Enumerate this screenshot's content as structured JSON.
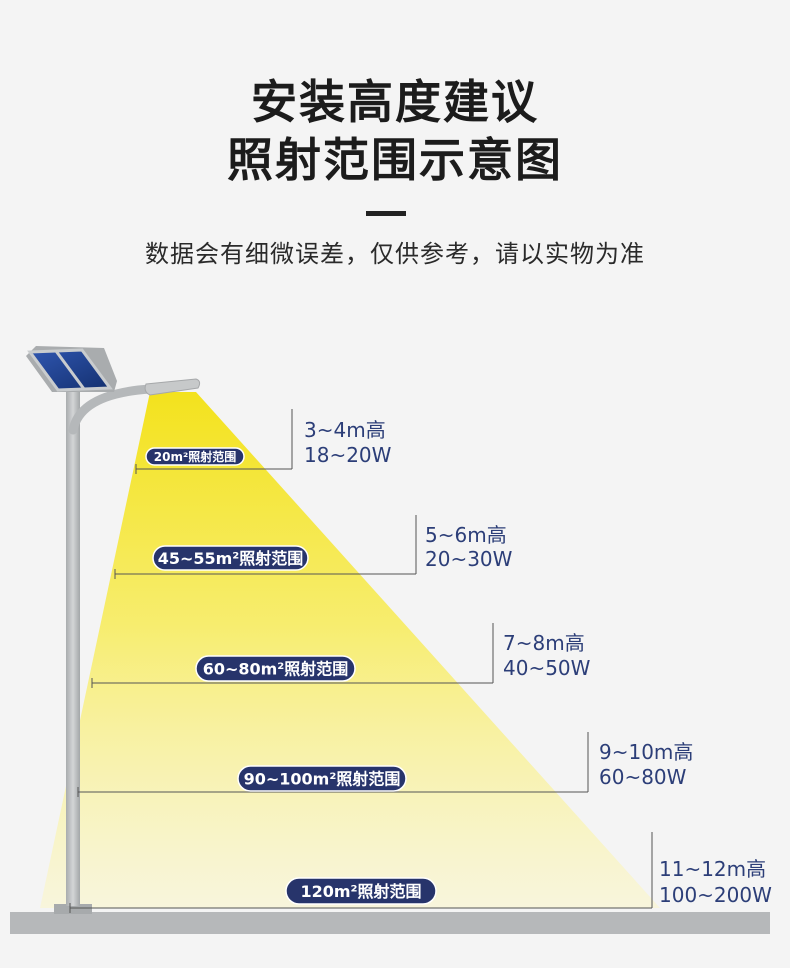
{
  "header": {
    "title_line1": "安装高度建议",
    "title_line2": "照射范围示意图",
    "subtitle": "数据会有细微误差，仅供参考，请以实物为准"
  },
  "colors": {
    "label_blue": "#2c3e78",
    "badge_navy": "#27346b",
    "light_yellow": "#f5e63a",
    "pole_gray": "#b9bcbe",
    "panel_blue": "#1f3f8c"
  },
  "levels": [
    {
      "height": "3~4m高",
      "power": "18~20W",
      "area": "20m²照射范围"
    },
    {
      "height": "5~6m高",
      "power": "20~30W",
      "area": "45~55m²照射范围"
    },
    {
      "height": "7~8m高",
      "power": "40~50W",
      "area": "60~80m²照射范围"
    },
    {
      "height": "9~10m高",
      "power": "60~80W",
      "area": "90~100m²照射范围"
    },
    {
      "height": "11~12m高",
      "power": "100~200W",
      "area": "120m²照射范围"
    }
  ]
}
